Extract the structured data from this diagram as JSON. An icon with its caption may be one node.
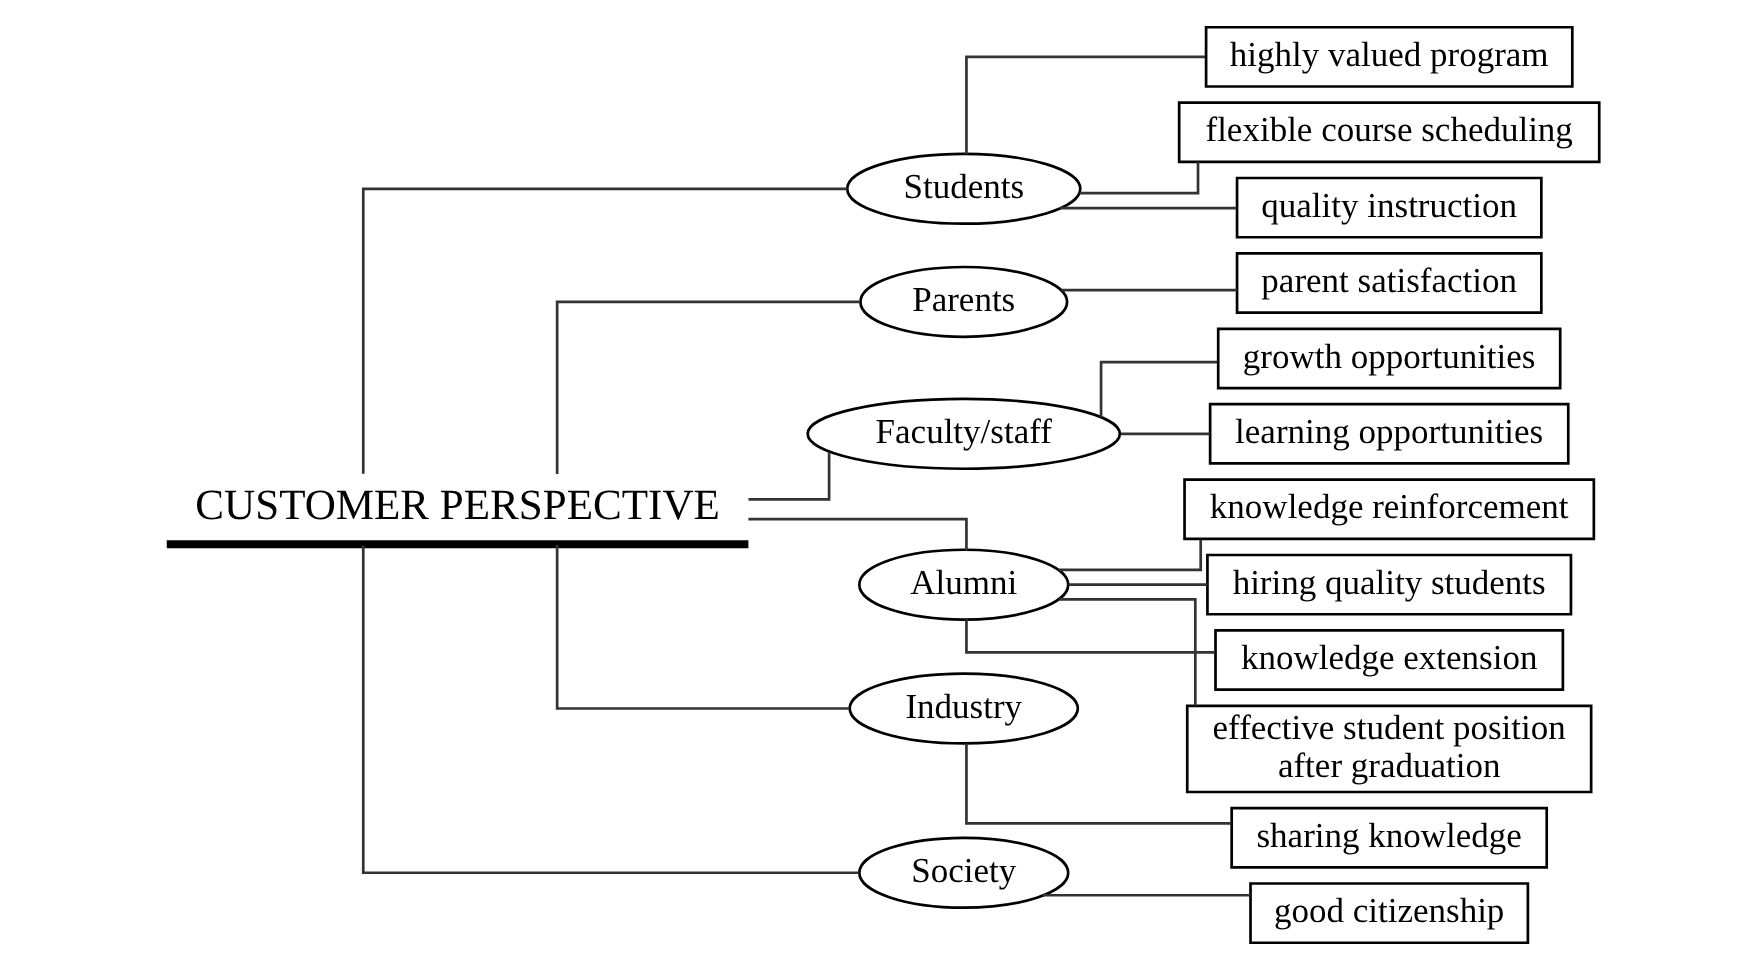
{
  "diagram": {
    "nodes": [
      {
        "text": [
          "CUSTOMER PERSPECTIVE"
        ]
      },
      {
        "text": [
          "Students"
        ]
      },
      {
        "text": [
          "highly valued program"
        ]
      },
      {
        "text": [
          "flexible course scheduling"
        ]
      },
      {
        "text": [
          "quality instruction"
        ]
      },
      {
        "text": [
          "Parents"
        ]
      },
      {
        "text": [
          "parent satisfaction"
        ]
      },
      {
        "text": [
          "Faculty/staff"
        ]
      },
      {
        "text": [
          "growth opportunities"
        ]
      },
      {
        "text": [
          "learning opportunities"
        ]
      },
      {
        "text": [
          "Alumni"
        ]
      },
      {
        "text": [
          "knowledge reinforcement"
        ]
      },
      {
        "text": [
          "hiring quality students"
        ]
      },
      {
        "text": [
          "knowledge extension"
        ]
      },
      {
        "text": [
          "effective student position after graduation"
        ]
      },
      {
        "text": [
          "Industry"
        ]
      },
      {
        "text": [
          "sharing knowledge"
        ]
      },
      {
        "text": [
          "Society"
        ]
      },
      {
        "text": [
          "good citizenship"
        ]
      }
    ],
    "edges": [
      {
        "from": 0,
        "to": 1,
        "arrow": "none"
      },
      {
        "from": 1,
        "to": 2,
        "arrow": "none"
      },
      {
        "from": 1,
        "to": 3,
        "arrow": "none"
      },
      {
        "from": 1,
        "to": 4,
        "arrow": "none"
      },
      {
        "from": 0,
        "to": 5,
        "arrow": "none"
      },
      {
        "from": 5,
        "to": 6,
        "arrow": "none"
      },
      {
        "from": 0,
        "to": 7,
        "arrow": "none"
      },
      {
        "from": 7,
        "to": 8,
        "arrow": "none"
      },
      {
        "from": 7,
        "to": 9,
        "arrow": "none"
      },
      {
        "from": 0,
        "to": 10,
        "arrow": "none"
      },
      {
        "from": 10,
        "to": 11,
        "arrow": "none"
      },
      {
        "from": 10,
        "to": 12,
        "arrow": "none"
      },
      {
        "from": 10,
        "to": 13,
        "arrow": "none"
      },
      {
        "from": 10,
        "to": 14,
        "arrow": "none"
      },
      {
        "from": 0,
        "to": 15,
        "arrow": "none"
      },
      {
        "from": 15,
        "to": 16,
        "arrow": "none"
      },
      {
        "from": 0,
        "to": 17,
        "arrow": "none"
      },
      {
        "from": 17,
        "to": 18,
        "arrow": "none"
      }
    ]
  }
}
